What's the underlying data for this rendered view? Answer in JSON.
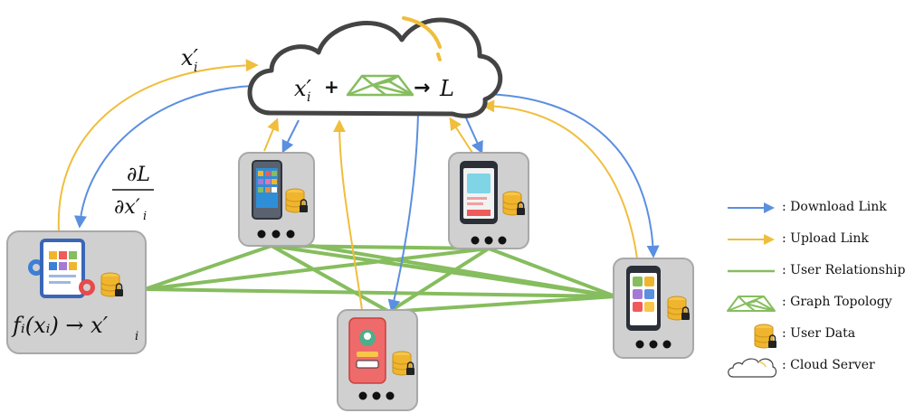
{
  "colors": {
    "download": "#5b8fe0",
    "upload": "#f0be3c",
    "relationship": "#86bd5e",
    "box_fill": "#d0d0d0",
    "cloud_stroke": "#444444"
  },
  "cloud": {
    "label_lhs": "x′",
    "label_lhs_sub": "i",
    "label_plus": "+",
    "label_arrow": "→",
    "label_rhs": "L"
  },
  "left_client": {
    "upload_label": "x′",
    "upload_label_sub": "i",
    "gradient_numerator": "∂L",
    "gradient_denominator": "∂x′",
    "gradient_denominator_sub": "i",
    "function_label": "fᵢ(xᵢ) → x′",
    "function_label_sub": "i"
  },
  "clients": [
    {
      "name": "phone-1",
      "icon": "smartphone-apps-icon"
    },
    {
      "name": "phone-2",
      "icon": "smartphone-cards-icon"
    },
    {
      "name": "phone-3",
      "icon": "smartphone-tiles-icon"
    },
    {
      "name": "phone-4",
      "icon": "smartphone-profile-icon"
    }
  ],
  "legend": [
    {
      "key": "download",
      "label": ": Download Link",
      "icon": "blue-arrow-icon"
    },
    {
      "key": "upload",
      "label": ": Upload Link",
      "icon": "yellow-arrow-icon"
    },
    {
      "key": "relationship",
      "label": ": User Relationship",
      "icon": "green-line-icon"
    },
    {
      "key": "graph",
      "label": ": Graph Topology",
      "icon": "graph-topology-icon"
    },
    {
      "key": "data",
      "label": ": User Data",
      "icon": "database-lock-icon"
    },
    {
      "key": "cloud",
      "label": ": Cloud Server",
      "icon": "cloud-icon"
    }
  ]
}
